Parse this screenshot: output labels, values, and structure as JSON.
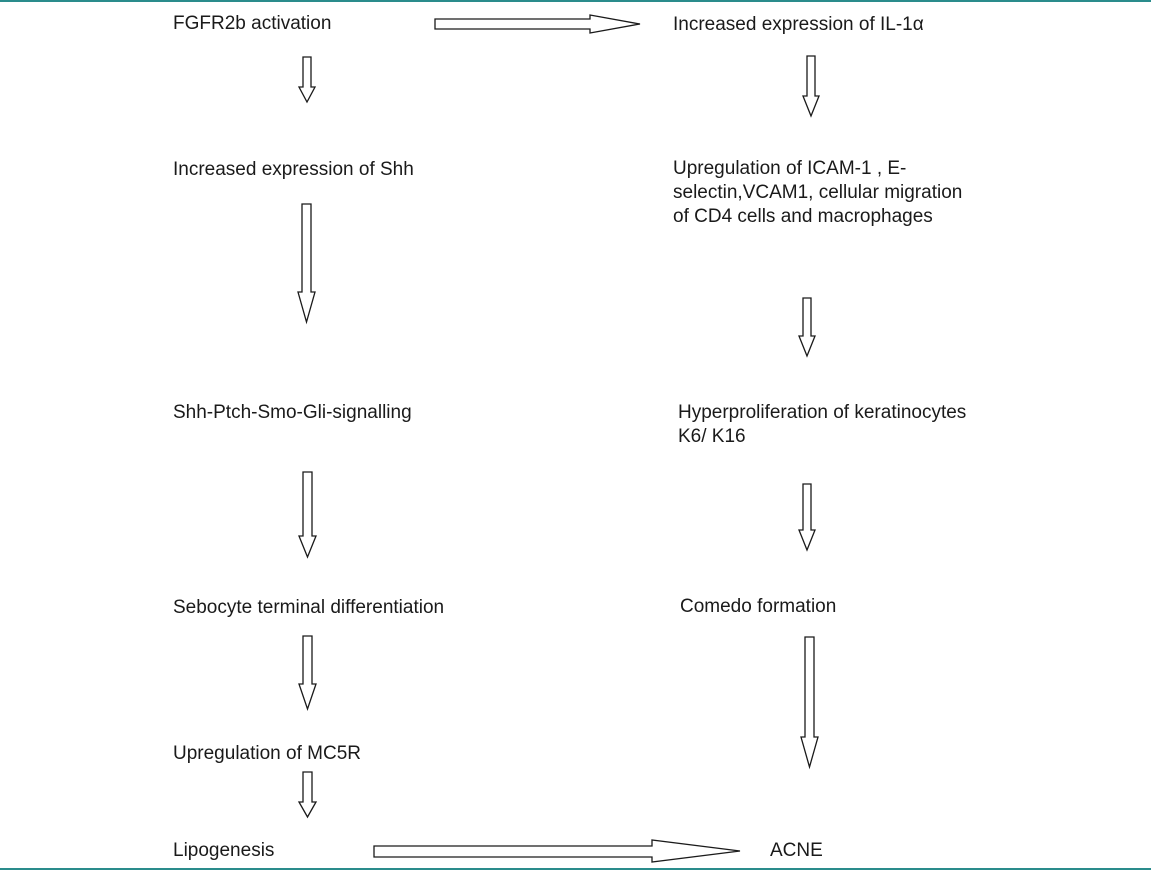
{
  "colors": {
    "frame_line": "#2a8c8c",
    "text": "#1a1a1a",
    "arrow_stroke": "#1a1a1a",
    "arrow_fill": "#ffffff"
  },
  "nodes": {
    "fgfr2b_activation": "FGFR2b activation",
    "increased_expression_shh": "Increased expression of Shh",
    "shh_signalling": "Shh-Ptch-Smo-Gli-signalling",
    "sebocyte_differentiation": "Sebocyte terminal differentiation",
    "upregulation_mc5r": "Upregulation of MC5R",
    "lipogenesis": "Lipogenesis",
    "increased_expression_il1a": "Increased expression of IL-1α",
    "upregulation_icam": "Upregulation of ICAM-1 , E-\nselectin,VCAM1, cellular migration\nof CD4 cells and macrophages",
    "hyperproliferation": "Hyperproliferation of keratinocytes\nK6/ K16",
    "comedo_formation": "Comedo formation",
    "acne": "ACNE"
  }
}
